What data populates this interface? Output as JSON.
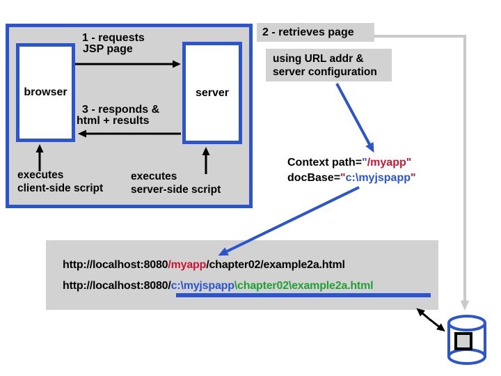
{
  "slide": {
    "diagram": {
      "browser_label": "browser",
      "server_label": "server",
      "request_line1": "1 - requests",
      "request_line2": "JSP page",
      "response_line1": "3 - responds &",
      "response_line2": "html + results",
      "client_exec_line1": "executes",
      "client_exec_line2": "client-side script",
      "server_exec_line1": "executes",
      "server_exec_line2": "server-side script"
    },
    "notes": {
      "retrieves": "2 - retrieves page",
      "config_line1": "using URL addr &",
      "config_line2": "server configuration",
      "context_prefix": "Context path=",
      "context_quote_open": "\"",
      "context_value": "/myapp\"",
      "docbase_prefix": "docBase=",
      "docbase_quote_open": "\"",
      "docbase_value": "c:\\myjspapp",
      "docbase_quote_close": "\""
    },
    "urls": {
      "u1_black1": "http://localhost:8080",
      "u1_red": "/myapp",
      "u1_black2": "/chapter02/example2a.html",
      "u2_black1": "http://localhost:8080/",
      "u2_blue": "c:\\myjspapp",
      "u2_green": "\\chapter02\\example2a.html"
    },
    "colors": {
      "blue": "#2b54d1",
      "red": "#cc1433",
      "green": "#1fa233",
      "panel_gray": "#d2d2d2",
      "connector_gray": "#c9c9c9"
    }
  }
}
